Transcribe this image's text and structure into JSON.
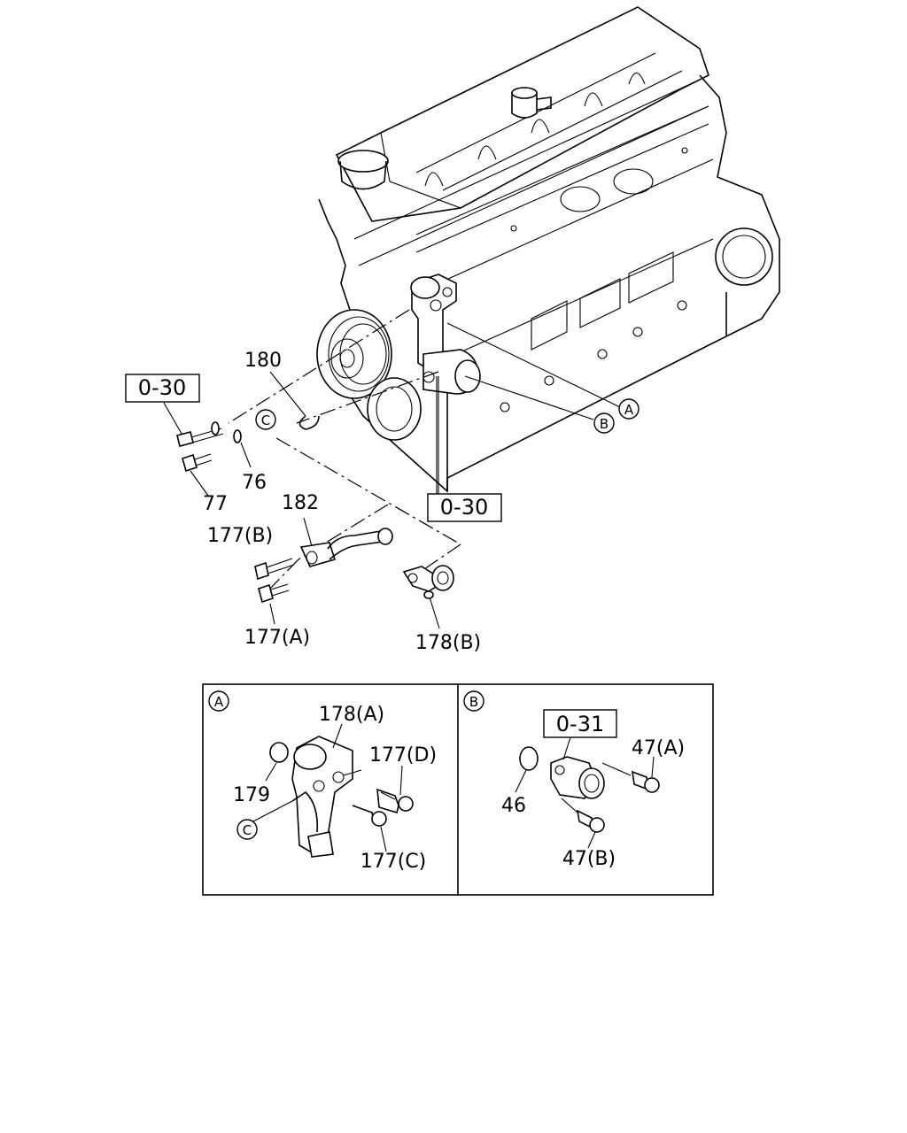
{
  "ref_boxes": {
    "left": "0-30",
    "center": "0-30",
    "detail_b": "0-31"
  },
  "callouts": {
    "a": "A",
    "b": "B",
    "c": "C",
    "detail_c": "C"
  },
  "parts": {
    "p180": "180",
    "p76": "76",
    "p77": "77",
    "p182": "182",
    "p177b": "177(B)",
    "p177a": "177(A)",
    "p178b": "178(B)"
  },
  "detail_a": {
    "tag": "A",
    "p178a": "178(A)",
    "p177d": "177(D)",
    "p179": "179",
    "p177c": "177(C)"
  },
  "detail_b": {
    "tag": "B",
    "p47a": "47(A)",
    "p46": "46",
    "p47b": "47(B)"
  }
}
